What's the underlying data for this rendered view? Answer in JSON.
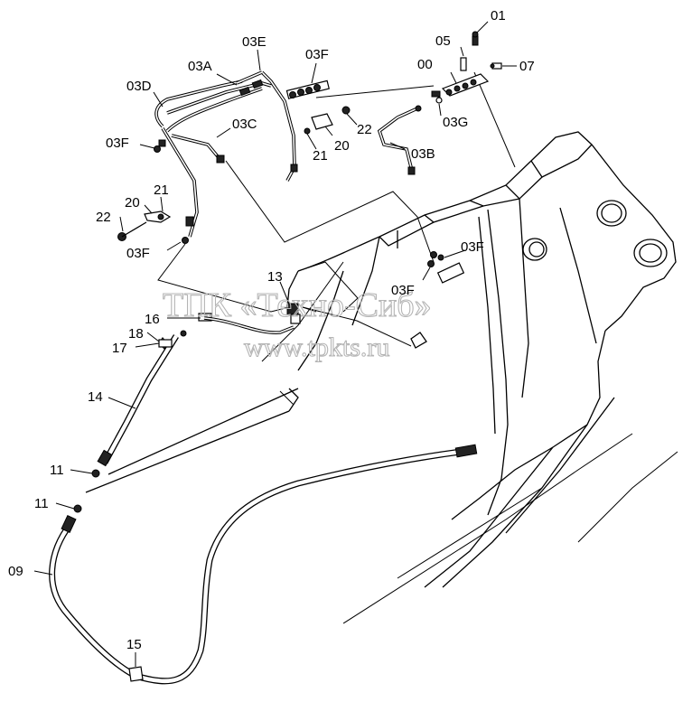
{
  "watermark": {
    "line1": "ТПК «Техно-Сиб»",
    "line2": "www.tpkts.ru"
  },
  "callouts": [
    {
      "id": "01",
      "text": "01"
    },
    {
      "id": "05",
      "text": "05"
    },
    {
      "id": "00",
      "text": "00"
    },
    {
      "id": "07",
      "text": "07"
    },
    {
      "id": "03G",
      "text": "03G"
    },
    {
      "id": "03E",
      "text": "03E"
    },
    {
      "id": "03F-top",
      "text": "03F"
    },
    {
      "id": "03A",
      "text": "03A"
    },
    {
      "id": "03D",
      "text": "03D"
    },
    {
      "id": "03C",
      "text": "03C"
    },
    {
      "id": "22-top",
      "text": "22"
    },
    {
      "id": "20-top",
      "text": "20"
    },
    {
      "id": "21-top",
      "text": "21"
    },
    {
      "id": "03B",
      "text": "03B"
    },
    {
      "id": "03F-left",
      "text": "03F"
    },
    {
      "id": "21-left",
      "text": "21"
    },
    {
      "id": "20-left",
      "text": "20"
    },
    {
      "id": "22-left",
      "text": "22"
    },
    {
      "id": "03F-lower",
      "text": "03F"
    },
    {
      "id": "03F-right",
      "text": "03F"
    },
    {
      "id": "03F-mid",
      "text": "03F"
    },
    {
      "id": "13",
      "text": "13"
    },
    {
      "id": "16",
      "text": "16"
    },
    {
      "id": "18",
      "text": "18"
    },
    {
      "id": "17",
      "text": "17"
    },
    {
      "id": "14",
      "text": "14"
    },
    {
      "id": "11-a",
      "text": "11"
    },
    {
      "id": "11-b",
      "text": "11"
    },
    {
      "id": "09",
      "text": "09"
    },
    {
      "id": "15",
      "text": "15"
    }
  ]
}
